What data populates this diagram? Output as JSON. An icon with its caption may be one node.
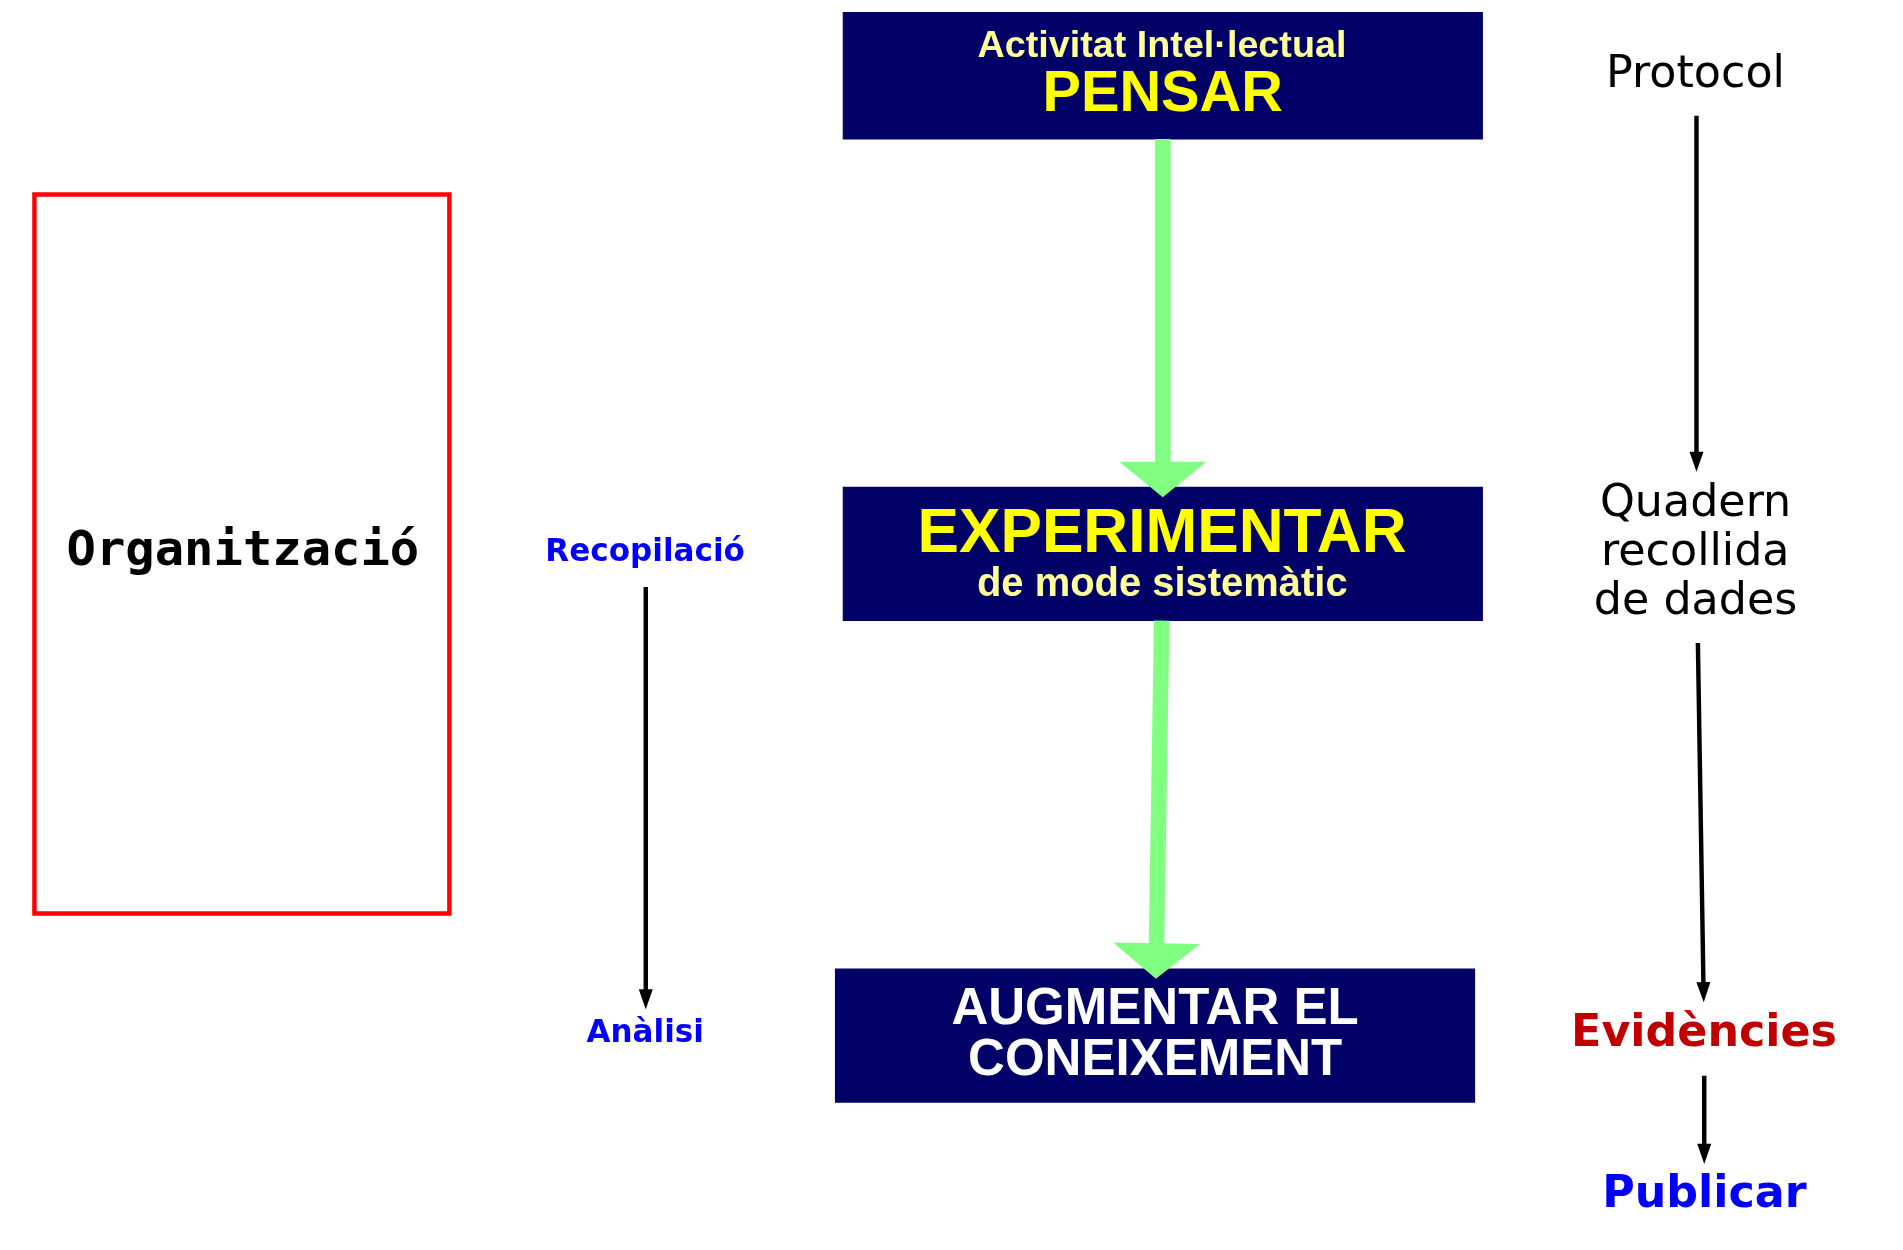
{
  "diagram": {
    "nodes": [
      {
        "text": [
          "Activitat Intel·lectual",
          "PENSAR"
        ]
      },
      {
        "text": [
          "EXPERIMENTAR",
          "de mode sistemàtic"
        ]
      },
      {
        "text": [
          "AUGMENTAR EL CONEIXEMENT"
        ]
      },
      {
        "text": [
          "Protocol"
        ]
      },
      {
        "text": [
          "Quadern recollida de dades"
        ]
      },
      {
        "text": [
          "Evidències"
        ]
      },
      {
        "text": [
          "Publicar"
        ]
      },
      {
        "text": [
          "Recopilació"
        ]
      },
      {
        "text": [
          "Anàlisi"
        ]
      },
      {
        "text": [
          "Organització"
        ]
      }
    ],
    "edges": [
      {
        "from": 0,
        "to": 1,
        "arrow": "to",
        "style": "thick",
        "color": "#80ff80"
      },
      {
        "from": 1,
        "to": 2,
        "arrow": "to",
        "style": "thick",
        "color": "#80ff80"
      },
      {
        "from": 3,
        "to": 4,
        "arrow": "to"
      },
      {
        "from": 4,
        "to": 5,
        "arrow": "to"
      },
      {
        "from": 5,
        "to": 6,
        "arrow": "to"
      },
      {
        "from": 7,
        "to": 8,
        "arrow": "to"
      }
    ]
  }
}
